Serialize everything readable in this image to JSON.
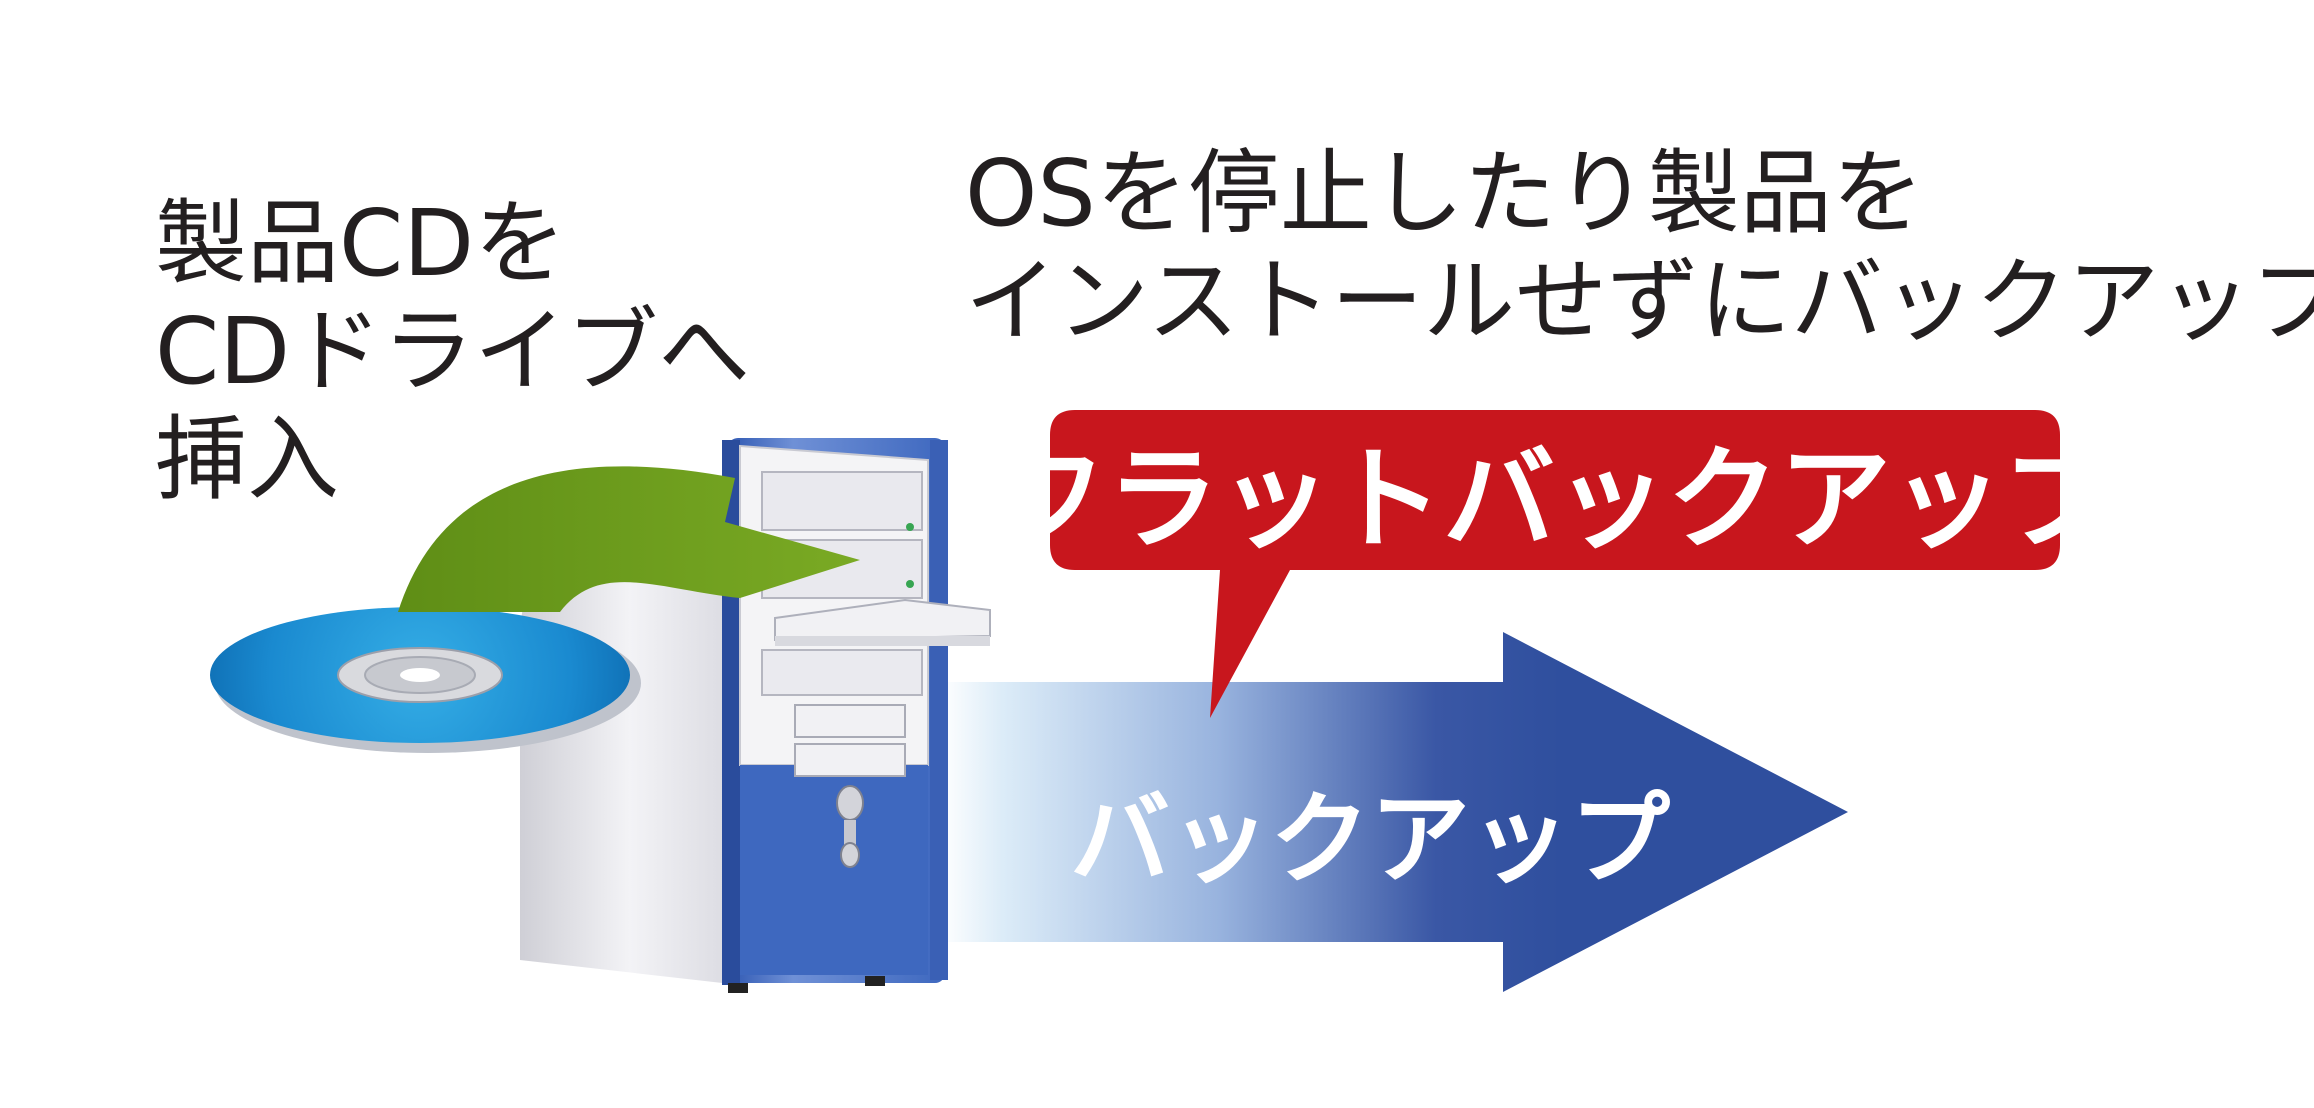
{
  "step": {
    "lines": [
      "製品CDを",
      "CDドライブへ",
      "挿入"
    ]
  },
  "description": {
    "lines": [
      "OSを停止したり製品を",
      "インストールせずにバックアップ"
    ]
  },
  "callout": {
    "label": "フラットバックアップ",
    "color": "#c8161d"
  },
  "arrow": {
    "label": "バックアップ",
    "color": "#2f4f9e"
  },
  "insert_arrow": {
    "color": "#72a01f"
  },
  "icons": [
    "cd-disc-icon",
    "desktop-tower-icon",
    "insert-arrow-icon",
    "backup-arrow-icon"
  ]
}
